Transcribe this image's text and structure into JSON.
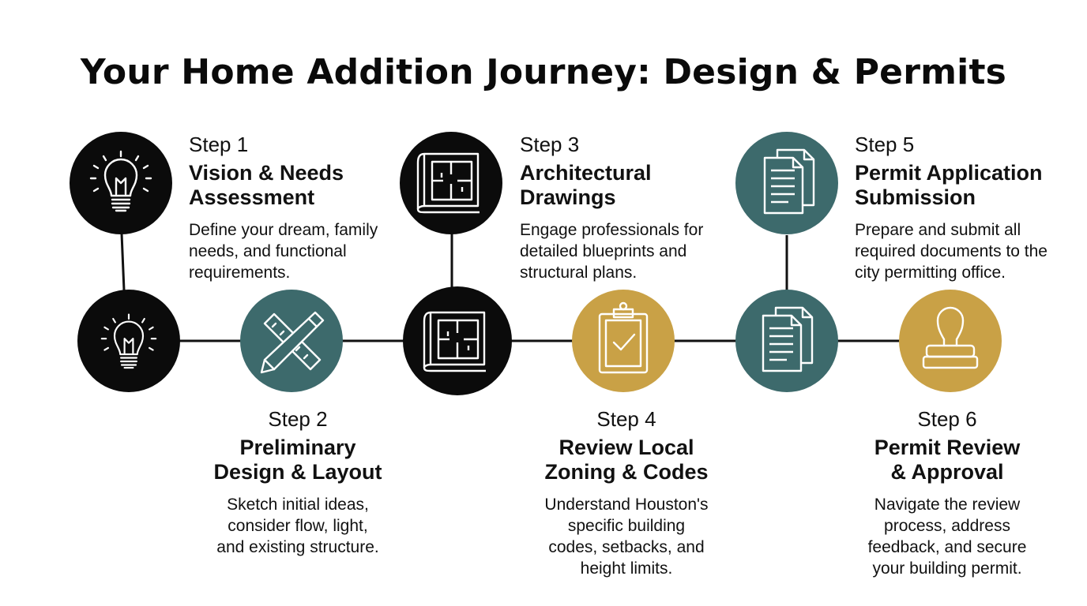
{
  "title": "Your Home Addition Journey: Design & Permits",
  "colors": {
    "black": "#0b0b0b",
    "teal": "#3d6a6c",
    "gold": "#c9a146",
    "line": "#111111"
  },
  "steps": [
    {
      "label": "Step 1",
      "heading": [
        "Vision & Needs",
        "Assessment"
      ],
      "description": [
        "Define your dream, family",
        "needs, and functional",
        "requirements."
      ],
      "icon": "lightbulb-icon",
      "color": "black"
    },
    {
      "label": "Step 2",
      "heading": [
        "Preliminary",
        "Design & Layout"
      ],
      "description": [
        "Sketch initial ideas,",
        "consider flow, light,",
        "and existing structure."
      ],
      "icon": "pencil-ruler-icon",
      "color": "teal"
    },
    {
      "label": "Step 3",
      "heading": [
        "Architectural",
        "Drawings"
      ],
      "description": [
        "Engage professionals for",
        "detailed blueprints and",
        "structural plans."
      ],
      "icon": "blueprint-icon",
      "color": "black"
    },
    {
      "label": "Step 4",
      "heading": [
        "Review Local",
        "Zoning & Codes"
      ],
      "description": [
        "Understand Houston's",
        "specific building",
        "codes, setbacks, and",
        "height limits."
      ],
      "icon": "clipboard-check-icon",
      "color": "gold"
    },
    {
      "label": "Step 5",
      "heading": [
        "Permit Application",
        "Submission"
      ],
      "description": [
        "Prepare and submit all",
        "required documents to the",
        "city permitting office."
      ],
      "icon": "documents-icon",
      "color": "teal"
    },
    {
      "label": "Step 6",
      "heading": [
        "Permit Review",
        "& Approval"
      ],
      "description": [
        "Navigate the review",
        "process, address",
        "feedback, and secure",
        "your building permit."
      ],
      "icon": "stamp-icon",
      "color": "gold"
    }
  ]
}
